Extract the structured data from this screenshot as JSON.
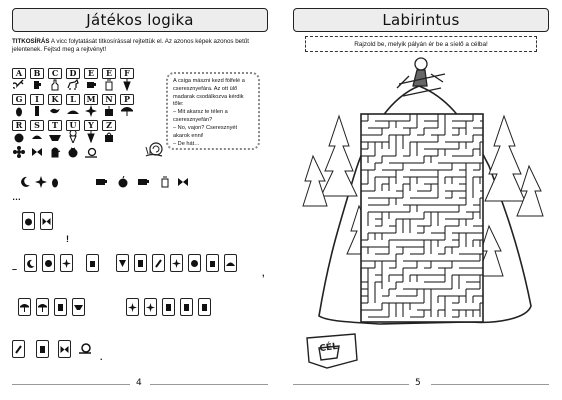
{
  "left_page": {
    "title": "Játékos logika",
    "intro_label": "TITKOSÍRÁS",
    "intro_text": " A vicc folytatását titkosírással rejtettük el. Az azonos képek azonos betűt jelentenek. Fejtsd meg a rejtvényt!",
    "cipher_rows": [
      [
        {
          "letter": "A",
          "icon": "key"
        },
        {
          "letter": "B",
          "icon": "jug"
        },
        {
          "letter": "C",
          "icon": "bottle"
        },
        {
          "letter": "D",
          "icon": "horse"
        },
        {
          "letter": "E",
          "icon": "cup"
        },
        {
          "letter": "É",
          "icon": "lantern"
        },
        {
          "letter": "F",
          "icon": "carrot"
        }
      ],
      [
        {
          "letter": "G",
          "icon": "footprint"
        },
        {
          "letter": "I",
          "icon": "glass"
        },
        {
          "letter": "K",
          "icon": "bird"
        },
        {
          "letter": "L",
          "icon": "hat"
        },
        {
          "letter": "M",
          "icon": "star-flower"
        },
        {
          "letter": "N",
          "icon": "cake"
        },
        {
          "letter": "P",
          "icon": "umbrella"
        }
      ],
      [
        {
          "letter": "R",
          "icon": "apple"
        },
        {
          "letter": "S",
          "icon": "cap"
        },
        {
          "letter": "T",
          "icon": "bowl"
        },
        {
          "letter": "Ü",
          "icon": "ice-cream"
        },
        {
          "letter": "Y",
          "icon": "carrot"
        },
        {
          "letter": "Z",
          "icon": "bag"
        },
        {
          "letter": "",
          "icon": ""
        }
      ],
      [
        {
          "letter": "",
          "icon": "flower"
        },
        {
          "letter": "",
          "icon": "butterfly"
        },
        {
          "letter": "",
          "icon": "mitten"
        },
        {
          "letter": "",
          "icon": "tomato"
        },
        {
          "letter": "",
          "icon": "snail"
        },
        {
          "letter": "",
          "icon": ""
        },
        {
          "letter": "",
          "icon": ""
        }
      ]
    ],
    "speech_text": "A csiga mászni kezd fölfelé a cseresznyefára. Az ott ülő madarak csodálkozva kérdik tőle:\n– Mit akarsz te télen a cseresznyefán?\n– No, vajon? Cseresznyét akarok enni!\n– De hát…",
    "page_number": "4",
    "punct_dots": "…",
    "punct_excl": "!",
    "punct_dash": "–",
    "punct_comma": ",",
    "punct_period": "."
  },
  "right_page": {
    "title": "Labirintus",
    "instruction": "Rajzold be, melyik pályán ér be a síelő a célba!",
    "finish_label": "CÉL",
    "page_number": "5"
  }
}
